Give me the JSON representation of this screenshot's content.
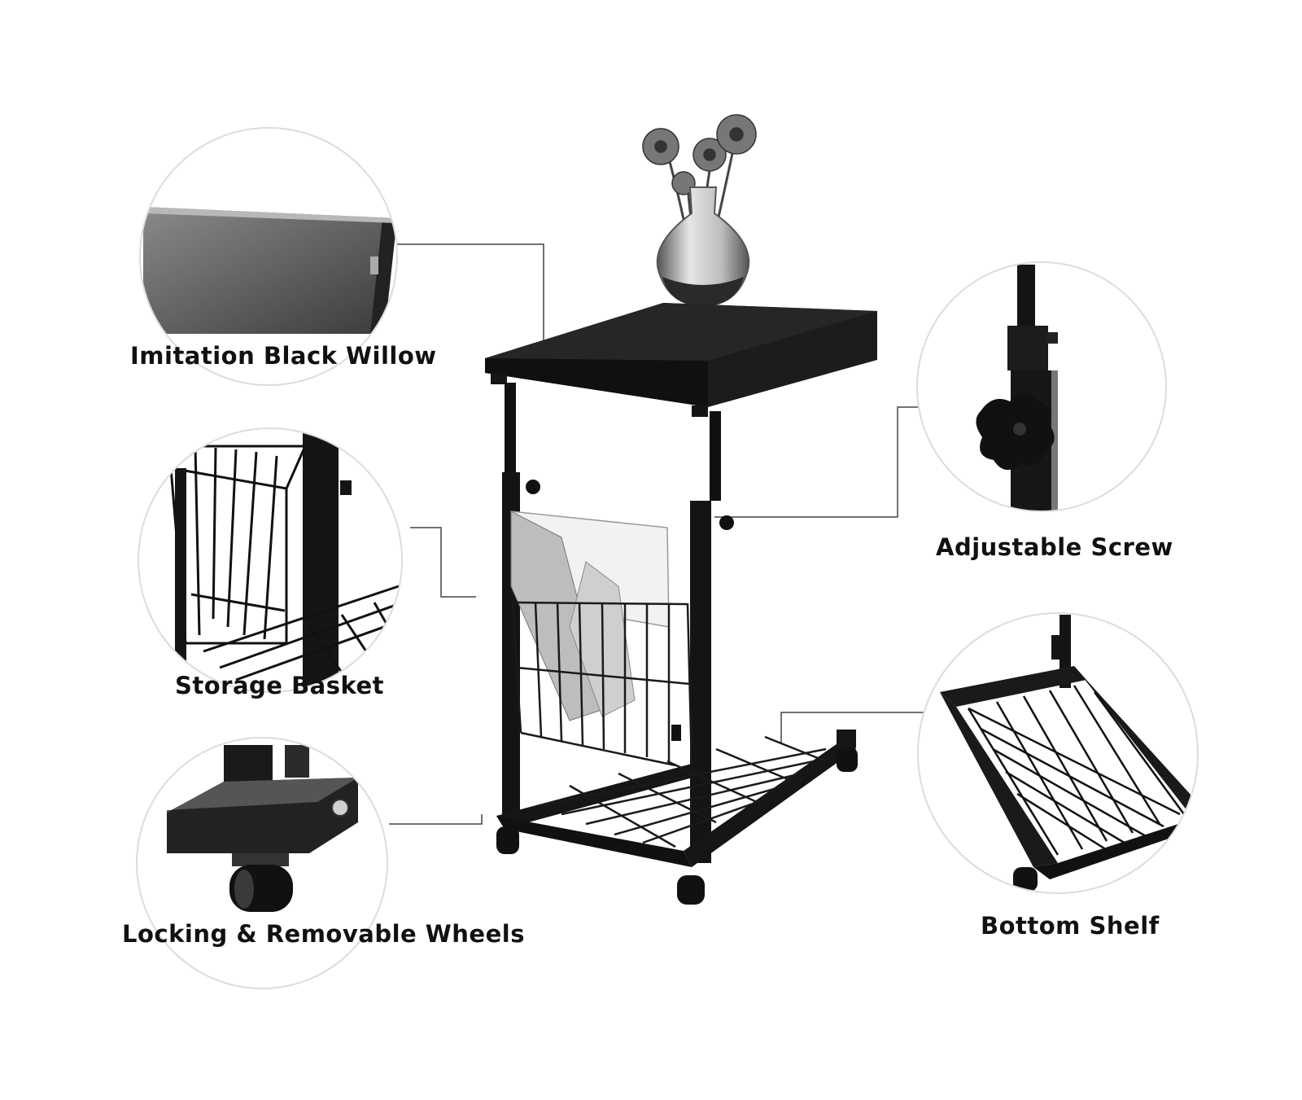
{
  "callouts": {
    "tabletop": {
      "label": "Imitation Black Willow",
      "icon": "tabletop-detail"
    },
    "basket": {
      "label": "Storage Basket",
      "icon": "basket-detail"
    },
    "wheels": {
      "label": "Locking & Removable Wheels",
      "icon": "wheel-detail"
    },
    "screw": {
      "label": "Adjustable Screw",
      "icon": "knob-detail"
    },
    "shelf": {
      "label": "Bottom Shelf",
      "icon": "shelf-detail"
    }
  },
  "product": {
    "icon": "side-table-with-vase"
  },
  "colors": {
    "frame": "#141414",
    "top": "#1c1c1c",
    "glass": "#cfcfcf",
    "line": "#444444",
    "circle": "#dcdcdc"
  }
}
